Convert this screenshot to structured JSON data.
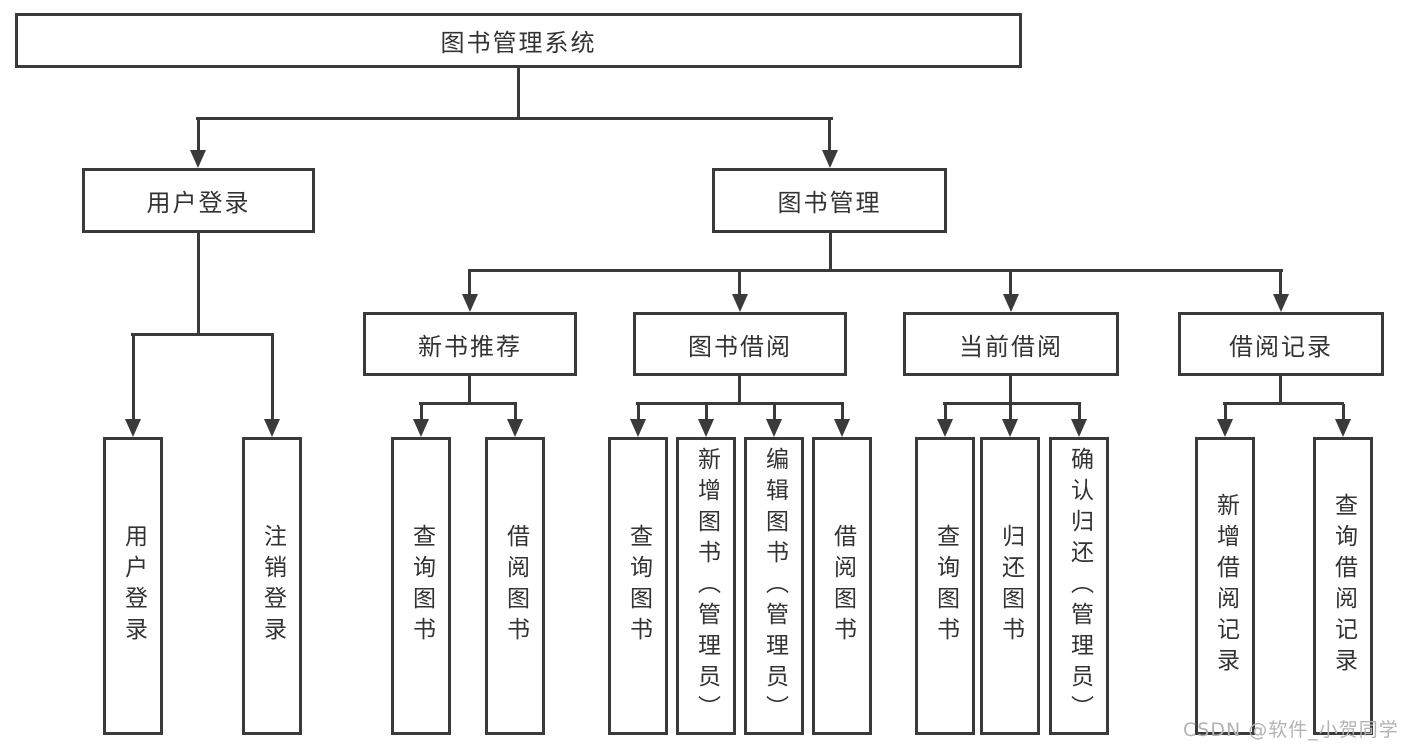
{
  "colors": {
    "line": "#3a3a3a",
    "text": "#333333",
    "watermark_text_color": "#b3b3b3",
    "background": "#ffffff"
  },
  "watermark": {
    "text": "CSDN @软件_小贺同学"
  },
  "tree": {
    "root": {
      "label": "图书管理系统",
      "children": [
        {
          "label": "用户登录",
          "children": [
            {
              "label": "用户登录"
            },
            {
              "label": "注销登录"
            }
          ]
        },
        {
          "label": "图书管理",
          "children": [
            {
              "label": "新书推荐",
              "children": [
                {
                  "label": "查询图书"
                },
                {
                  "label": "借阅图书"
                }
              ]
            },
            {
              "label": "图书借阅",
              "children": [
                {
                  "label": "查询图书"
                },
                {
                  "label": "新增图书（管理员）"
                },
                {
                  "label": "编辑图书（管理员）"
                },
                {
                  "label": "借阅图书"
                }
              ]
            },
            {
              "label": "当前借阅",
              "children": [
                {
                  "label": "查询图书"
                },
                {
                  "label": "归还图书"
                },
                {
                  "label": "确认归还（管理员）"
                }
              ]
            },
            {
              "label": "借阅记录",
              "children": [
                {
                  "label": "新增借阅记录"
                },
                {
                  "label": "查询借阅记录"
                }
              ]
            }
          ]
        }
      ]
    }
  }
}
